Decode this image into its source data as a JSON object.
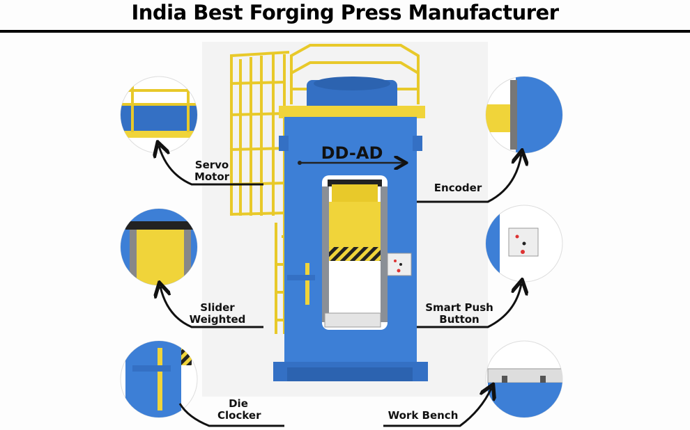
{
  "title": "India Best Forging Press Manufacturer",
  "machine_label": "DD-AD",
  "colors": {
    "body_blue": "#3d7fd6",
    "accent_yellow": "#f0d43a",
    "line": "#111111"
  },
  "callouts": [
    {
      "line1": "Servo",
      "line2": "Motor"
    },
    {
      "line1": "Encoder",
      "line2": ""
    },
    {
      "line1": "Slider",
      "line2": "Weighted"
    },
    {
      "line1": "Smart Push",
      "line2": "Button"
    },
    {
      "line1": "Die",
      "line2": "Clocker"
    },
    {
      "line1": "Work Bench",
      "line2": ""
    }
  ]
}
